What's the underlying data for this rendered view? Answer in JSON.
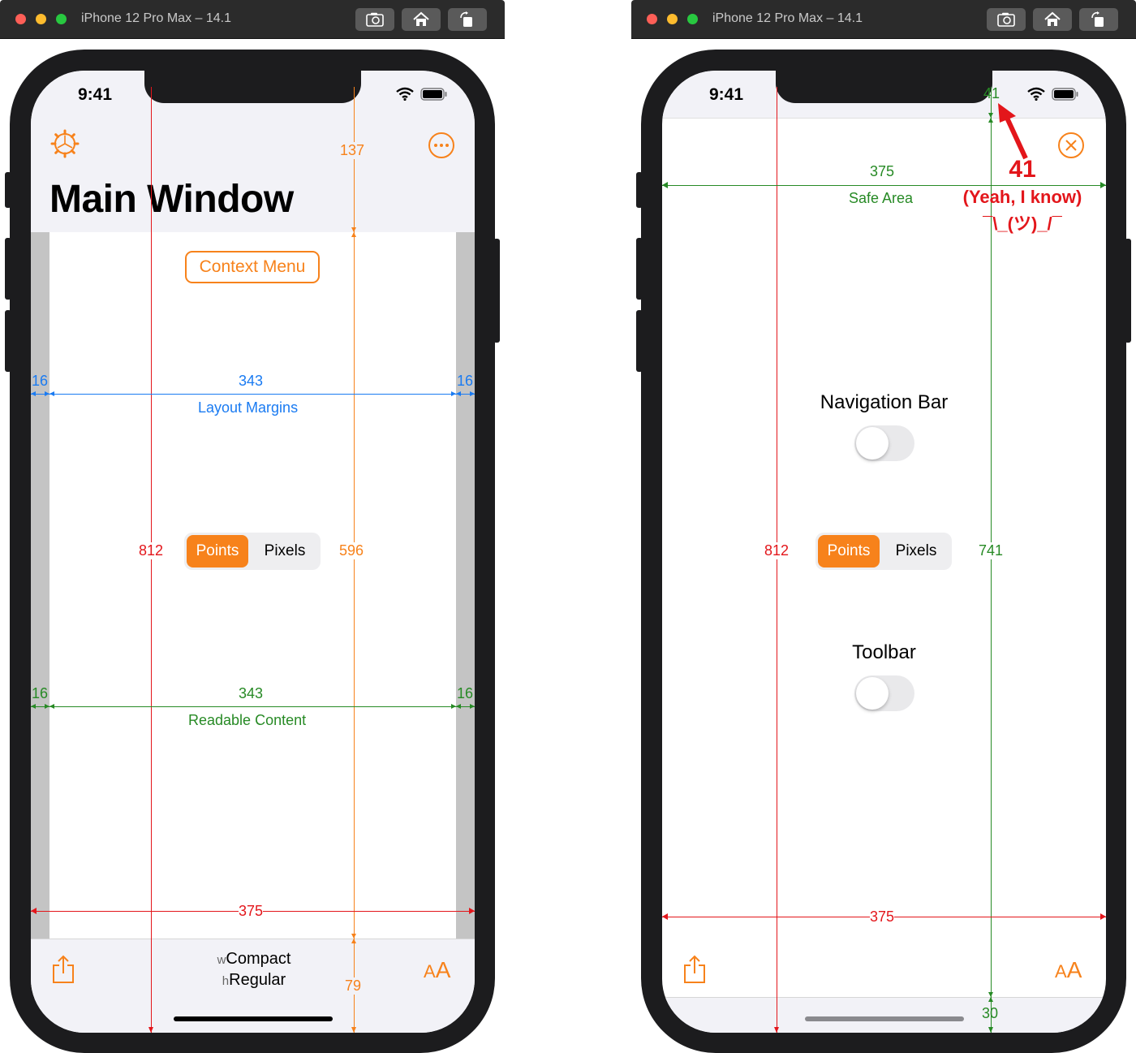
{
  "left": {
    "window_title": "iPhone 12 Pro Max – 14.1",
    "status_time": "9:41",
    "nav_title": "Main Window",
    "context_menu_label": "Context Menu",
    "segment": {
      "selected": "Points",
      "other": "Pixels"
    },
    "size_class": {
      "w_prefix": "w",
      "w_value": "Compact",
      "h_prefix": "h",
      "h_value": "Regular"
    },
    "text_size_label_small": "A",
    "text_size_label_big": "A",
    "measurements": {
      "nav_height": "137",
      "margin_left": "16",
      "margin_width": "343",
      "margin_right": "16",
      "layout_margins_label": "Layout Margins",
      "readable_left": "16",
      "readable_width": "343",
      "readable_right": "16",
      "readable_content_label": "Readable Content",
      "screen_height": "812",
      "content_height": "596",
      "screen_width": "375",
      "toolbar_height": "79"
    }
  },
  "right": {
    "window_title": "iPhone 12 Pro Max – 14.1",
    "status_time": "9:41",
    "segment": {
      "selected": "Points",
      "other": "Pixels"
    },
    "navigation_bar_label": "Navigation Bar",
    "toolbar_label": "Toolbar",
    "text_size_label_small": "A",
    "text_size_label_big": "A",
    "measurements": {
      "top_inset": "41",
      "safe_width": "375",
      "safe_area_label": "Safe Area",
      "screen_height": "812",
      "safe_height": "741",
      "screen_width": "375",
      "bottom_inset": "30"
    },
    "annotation": {
      "value": "41",
      "line1": "(Yeah, I know)",
      "line2": "¯\\_(ツ)_/¯"
    }
  },
  "colors": {
    "accent": "#f7821b",
    "measure_red": "#e3161b",
    "measure_blue": "#1a7bf2",
    "measure_green": "#278a25",
    "margin_gray": "#c4c4c4",
    "bar_background": "#f2f2f7"
  },
  "icons": [
    "screenshot-icon",
    "home-icon",
    "rotate-icon",
    "settings-icon",
    "more-icon",
    "close-icon",
    "share-icon",
    "wifi-icon",
    "battery-icon"
  ]
}
